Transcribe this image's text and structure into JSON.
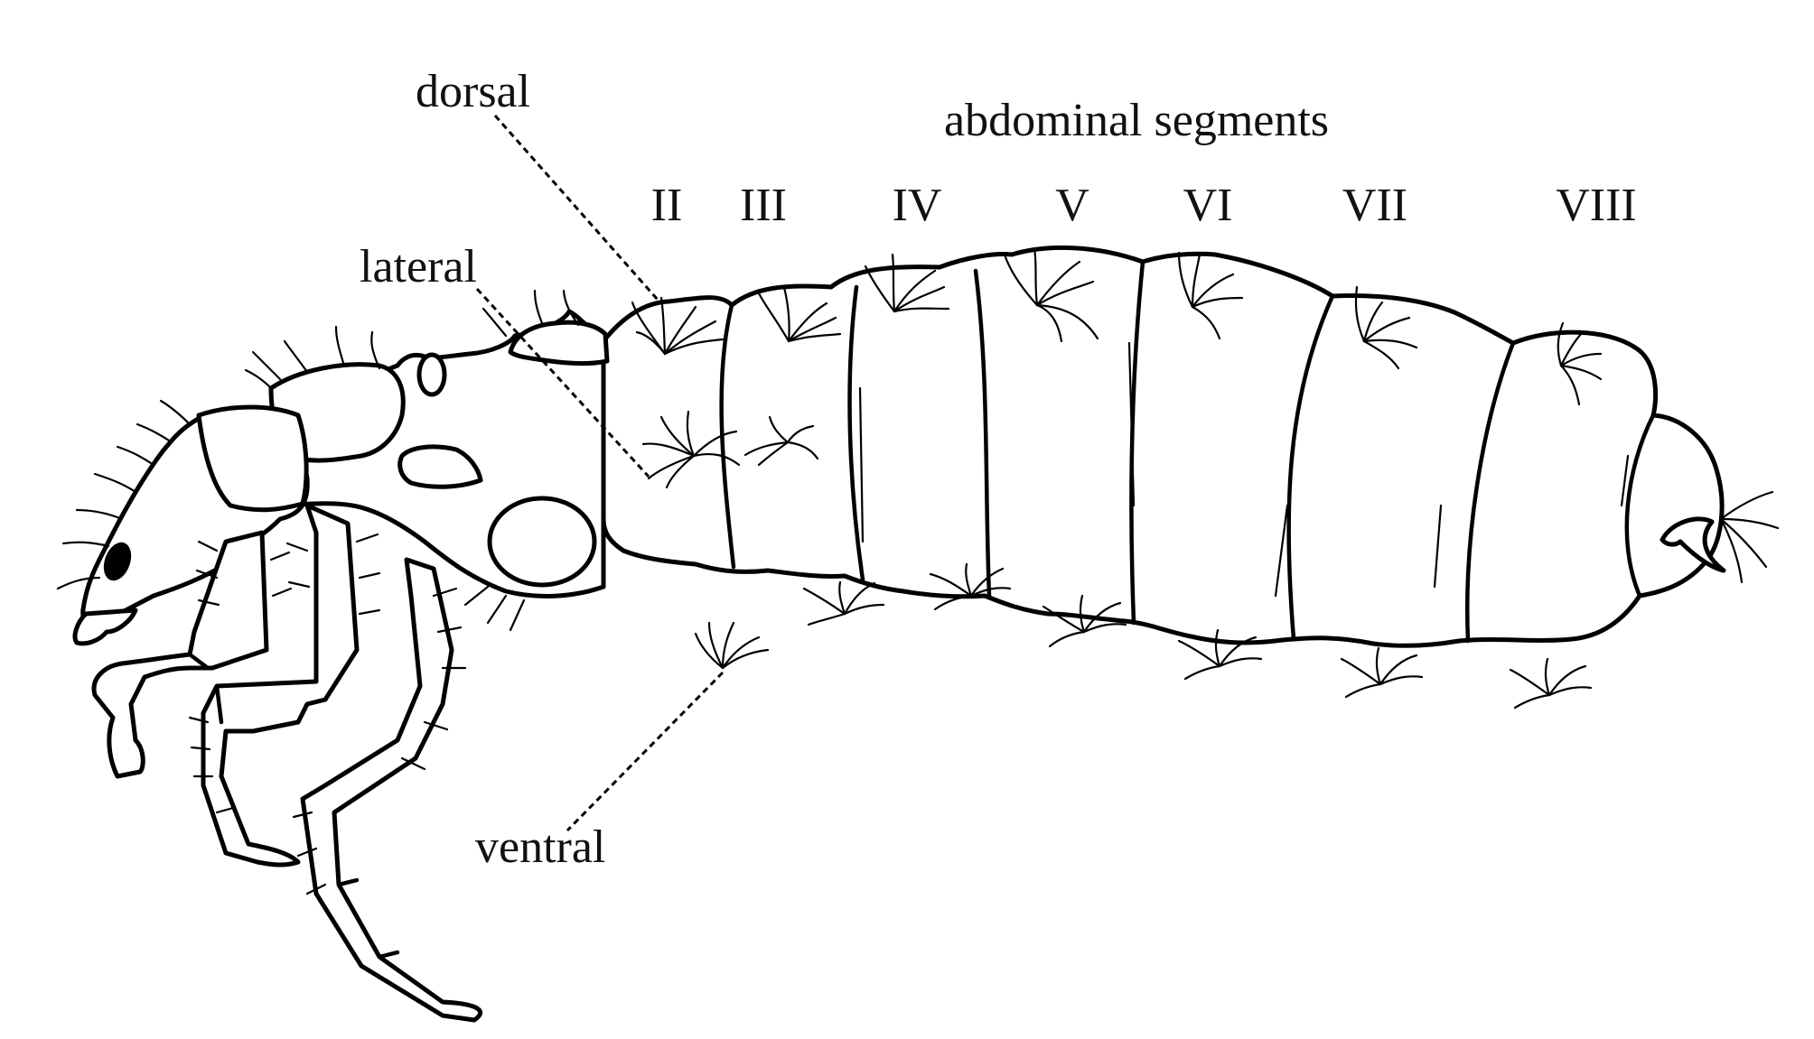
{
  "labels": {
    "dorsal": "dorsal",
    "lateral": "lateral",
    "ventral": "ventral",
    "abdominal_segments": "abdominal segments"
  },
  "segments": [
    "II",
    "III",
    "IV",
    "V",
    "VI",
    "VII",
    "VIII"
  ]
}
